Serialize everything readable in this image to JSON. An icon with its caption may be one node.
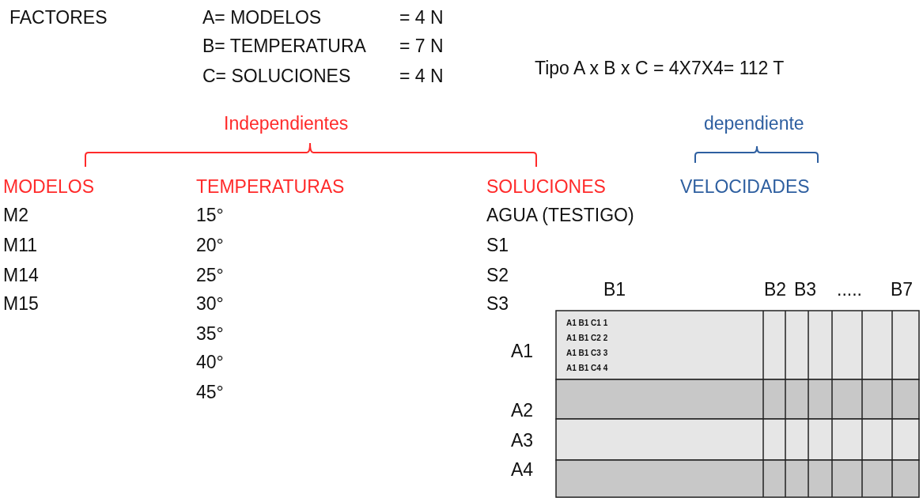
{
  "diagram": {
    "labels": [
      "FACTORES",
      "A= MODELOS",
      "= 4 N",
      "B= TEMPERATURA",
      "= 7 N",
      "C= SOLUCIONES",
      "= 4 N",
      "Tipo A x B x C = 4X7X4= 112 T",
      "Independientes",
      "dependiente",
      "MODELOS",
      "TEMPERATURAS",
      "SOLUCIONES",
      "VELOCIDADES",
      "M2",
      "15°",
      "AGUA (TESTIGO)",
      "M11",
      "20°",
      "S1",
      "M14",
      "25°",
      "S2",
      "M15",
      "30°",
      "S3",
      "B1",
      "B2",
      "B3",
      ".....",
      "B7",
      "35°",
      "A1",
      "A1 B1 C1 1",
      "A1 B1 C2 2",
      "A1 B1 C3 3",
      "A1 B1 C4 4",
      "40°",
      "45°",
      "A2",
      "A3",
      "A4"
    ]
  }
}
